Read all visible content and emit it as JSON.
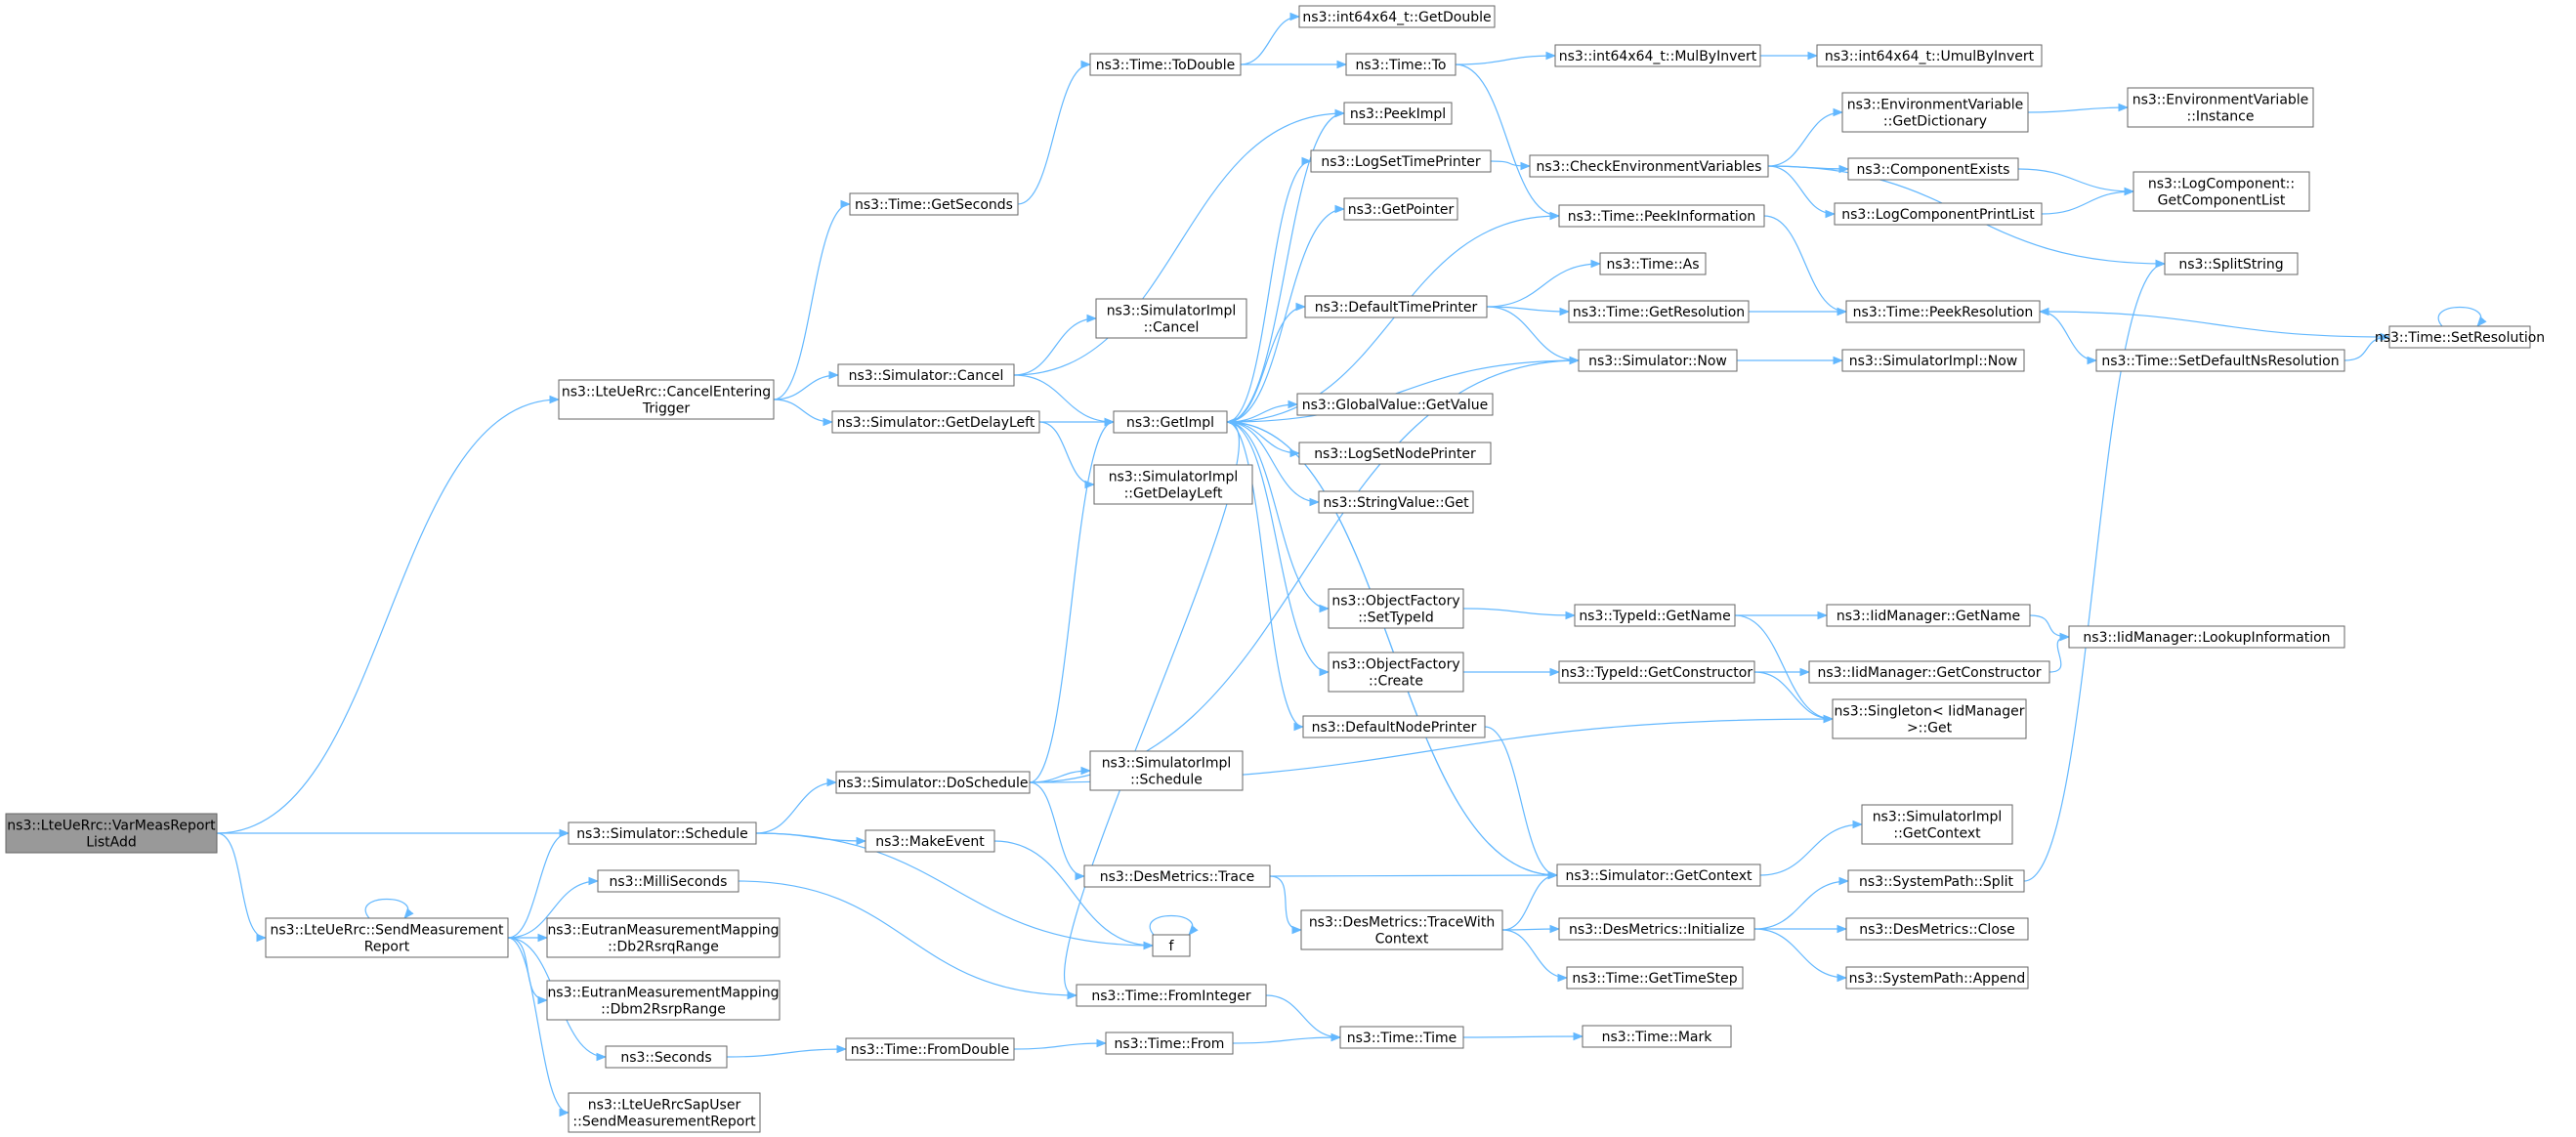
{
  "colors": {
    "edge": "#63b8ff",
    "node_border": "#666666",
    "root_fill": "#999999",
    "node_fill": "#ffffff"
  },
  "nodes": [
    {
      "id": "root",
      "lines": [
        "ns3::LteUeRrc::VarMeasReport",
        "ListAdd"
      ],
      "root": true
    },
    {
      "id": "cancelTrig",
      "lines": [
        "ns3::LteUeRrc::CancelEntering",
        "Trigger"
      ]
    },
    {
      "id": "schedule",
      "lines": [
        "ns3::Simulator::Schedule"
      ]
    },
    {
      "id": "sendMR",
      "lines": [
        "ns3::LteUeRrc::SendMeasurement",
        "Report"
      ]
    },
    {
      "id": "getSeconds",
      "lines": [
        "ns3::Time::GetSeconds"
      ]
    },
    {
      "id": "simCancel",
      "lines": [
        "ns3::Simulator::Cancel"
      ]
    },
    {
      "id": "getDelayLeft",
      "lines": [
        "ns3::Simulator::GetDelayLeft"
      ]
    },
    {
      "id": "doSchedule",
      "lines": [
        "ns3::Simulator::DoSchedule"
      ]
    },
    {
      "id": "milli",
      "lines": [
        "ns3::MilliSeconds"
      ]
    },
    {
      "id": "db2rsrq",
      "lines": [
        "ns3::EutranMeasurementMapping",
        "::Db2RsrqRange"
      ]
    },
    {
      "id": "dbm2rsrp",
      "lines": [
        "ns3::EutranMeasurementMapping",
        "::Dbm2RsrpRange"
      ]
    },
    {
      "id": "seconds",
      "lines": [
        "ns3::Seconds"
      ]
    },
    {
      "id": "sapSend",
      "lines": [
        "ns3::LteUeRrcSapUser",
        "::SendMeasurementReport"
      ]
    },
    {
      "id": "toDouble",
      "lines": [
        "ns3::Time::ToDouble"
      ]
    },
    {
      "id": "implCancel",
      "lines": [
        "ns3::SimulatorImpl",
        "::Cancel"
      ]
    },
    {
      "id": "getImpl",
      "lines": [
        "ns3::GetImpl"
      ]
    },
    {
      "id": "implDelay",
      "lines": [
        "ns3::SimulatorImpl",
        "::GetDelayLeft"
      ]
    },
    {
      "id": "implSchedule",
      "lines": [
        "ns3::SimulatorImpl",
        "::Schedule"
      ]
    },
    {
      "id": "makeEvent",
      "lines": [
        "ns3::MakeEvent"
      ]
    },
    {
      "id": "desTrace",
      "lines": [
        "ns3::DesMetrics::Trace"
      ]
    },
    {
      "id": "f",
      "lines": [
        "f"
      ]
    },
    {
      "id": "fromInteger",
      "lines": [
        "ns3::Time::FromInteger"
      ]
    },
    {
      "id": "fromDouble",
      "lines": [
        "ns3::Time::FromDouble"
      ]
    },
    {
      "id": "int64GetDouble",
      "lines": [
        "ns3::int64x64_t::GetDouble"
      ]
    },
    {
      "id": "timeTo",
      "lines": [
        "ns3::Time::To"
      ]
    },
    {
      "id": "peekImpl",
      "lines": [
        "ns3::PeekImpl"
      ]
    },
    {
      "id": "logSetTime",
      "lines": [
        "ns3::LogSetTimePrinter"
      ]
    },
    {
      "id": "getPointer",
      "lines": [
        "ns3::GetPointer"
      ]
    },
    {
      "id": "defTimePrinter",
      "lines": [
        "ns3::DefaultTimePrinter"
      ]
    },
    {
      "id": "gvGetValue",
      "lines": [
        "ns3::GlobalValue::GetValue"
      ]
    },
    {
      "id": "logSetNode",
      "lines": [
        "ns3::LogSetNodePrinter"
      ]
    },
    {
      "id": "strGet",
      "lines": [
        "ns3::StringValue::Get"
      ]
    },
    {
      "id": "ofSetTypeId",
      "lines": [
        "ns3::ObjectFactory",
        "::SetTypeId"
      ]
    },
    {
      "id": "ofCreate",
      "lines": [
        "ns3::ObjectFactory",
        "::Create"
      ]
    },
    {
      "id": "defNodePrinter",
      "lines": [
        "ns3::DefaultNodePrinter"
      ]
    },
    {
      "id": "traceWith",
      "lines": [
        "ns3::DesMetrics::TraceWith",
        "Context"
      ]
    },
    {
      "id": "timeFrom",
      "lines": [
        "ns3::Time::From"
      ]
    },
    {
      "id": "timeTime",
      "lines": [
        "ns3::Time::Time"
      ]
    },
    {
      "id": "mulByInvert",
      "lines": [
        "ns3::int64x64_t::MulByInvert"
      ]
    },
    {
      "id": "checkEnv",
      "lines": [
        "ns3::CheckEnvironmentVariables"
      ]
    },
    {
      "id": "peekInfo",
      "lines": [
        "ns3::Time::PeekInformation"
      ]
    },
    {
      "id": "timeAs",
      "lines": [
        "ns3::Time::As"
      ]
    },
    {
      "id": "getResolution",
      "lines": [
        "ns3::Time::GetResolution"
      ]
    },
    {
      "id": "simNow",
      "lines": [
        "ns3::Simulator::Now"
      ]
    },
    {
      "id": "typeGetName",
      "lines": [
        "ns3::TypeId::GetName"
      ]
    },
    {
      "id": "typeGetCtor",
      "lines": [
        "ns3::TypeId::GetConstructor"
      ]
    },
    {
      "id": "getContext",
      "lines": [
        "ns3::Simulator::GetContext"
      ]
    },
    {
      "id": "desInit",
      "lines": [
        "ns3::DesMetrics::Initialize"
      ]
    },
    {
      "id": "getTimeStep",
      "lines": [
        "ns3::Time::GetTimeStep"
      ]
    },
    {
      "id": "timeMark",
      "lines": [
        "ns3::Time::Mark"
      ]
    },
    {
      "id": "umulByInvert",
      "lines": [
        "ns3::int64x64_t::UmulByInvert"
      ]
    },
    {
      "id": "envGetDict",
      "lines": [
        "ns3::EnvironmentVariable",
        "::GetDictionary"
      ]
    },
    {
      "id": "compExists",
      "lines": [
        "ns3::ComponentExists"
      ]
    },
    {
      "id": "logCompPrint",
      "lines": [
        "ns3::LogComponentPrintList"
      ]
    },
    {
      "id": "peekRes",
      "lines": [
        "ns3::Time::PeekResolution"
      ]
    },
    {
      "id": "implNow",
      "lines": [
        "ns3::SimulatorImpl::Now"
      ]
    },
    {
      "id": "iidGetName",
      "lines": [
        "ns3::IidManager::GetName"
      ]
    },
    {
      "id": "iidGetCtor",
      "lines": [
        "ns3::IidManager::GetConstructor"
      ]
    },
    {
      "id": "singletonGet",
      "lines": [
        "ns3::Singleton< IidManager",
        ">::Get"
      ]
    },
    {
      "id": "implGetContext",
      "lines": [
        "ns3::SimulatorImpl",
        "::GetContext"
      ]
    },
    {
      "id": "sysSplit",
      "lines": [
        "ns3::SystemPath::Split"
      ]
    },
    {
      "id": "desClose",
      "lines": [
        "ns3::DesMetrics::Close"
      ]
    },
    {
      "id": "sysAppend",
      "lines": [
        "ns3::SystemPath::Append"
      ]
    },
    {
      "id": "envInstance",
      "lines": [
        "ns3::EnvironmentVariable",
        "::Instance"
      ]
    },
    {
      "id": "logCompGetList",
      "lines": [
        "ns3::LogComponent::",
        "GetComponentList"
      ]
    },
    {
      "id": "splitString",
      "lines": [
        "ns3::SplitString"
      ]
    },
    {
      "id": "setDefNs",
      "lines": [
        "ns3::Time::SetDefaultNsResolution"
      ]
    },
    {
      "id": "iidLookup",
      "lines": [
        "ns3::IidManager::LookupInformation"
      ]
    },
    {
      "id": "setResolution",
      "lines": [
        "ns3::Time::SetResolution"
      ]
    }
  ],
  "edges": [
    [
      "root",
      "cancelTrig"
    ],
    [
      "root",
      "schedule"
    ],
    [
      "root",
      "sendMR"
    ],
    [
      "cancelTrig",
      "getSeconds"
    ],
    [
      "cancelTrig",
      "simCancel"
    ],
    [
      "cancelTrig",
      "getDelayLeft"
    ],
    [
      "getSeconds",
      "toDouble"
    ],
    [
      "toDouble",
      "int64GetDouble"
    ],
    [
      "toDouble",
      "timeTo"
    ],
    [
      "timeTo",
      "mulByInvert"
    ],
    [
      "timeTo",
      "peekInfo"
    ],
    [
      "mulByInvert",
      "umulByInvert"
    ],
    [
      "simCancel",
      "implCancel"
    ],
    [
      "simCancel",
      "getImpl"
    ],
    [
      "simCancel",
      "peekImpl"
    ],
    [
      "getDelayLeft",
      "getImpl"
    ],
    [
      "getDelayLeft",
      "implDelay"
    ],
    [
      "schedule",
      "doSchedule"
    ],
    [
      "schedule",
      "makeEvent"
    ],
    [
      "schedule",
      "f"
    ],
    [
      "sendMR",
      "sendMR"
    ],
    [
      "sendMR",
      "schedule"
    ],
    [
      "sendMR",
      "milli"
    ],
    [
      "sendMR",
      "db2rsrq"
    ],
    [
      "sendMR",
      "dbm2rsrp"
    ],
    [
      "sendMR",
      "seconds"
    ],
    [
      "sendMR",
      "sapSend"
    ],
    [
      "milli",
      "fromInteger"
    ],
    [
      "seconds",
      "fromDouble"
    ],
    [
      "fromDouble",
      "timeFrom"
    ],
    [
      "timeFrom",
      "timeTime"
    ],
    [
      "fromInteger",
      "timeTime"
    ],
    [
      "fromInteger",
      "getImpl"
    ],
    [
      "doSchedule",
      "getImpl"
    ],
    [
      "doSchedule",
      "implSchedule"
    ],
    [
      "doSchedule",
      "desTrace"
    ],
    [
      "doSchedule",
      "simNow"
    ],
    [
      "doSchedule",
      "singletonGet"
    ],
    [
      "makeEvent",
      "f"
    ],
    [
      "f",
      "f"
    ],
    [
      "desTrace",
      "getContext"
    ],
    [
      "desTrace",
      "traceWith"
    ],
    [
      "traceWith",
      "getContext"
    ],
    [
      "traceWith",
      "desInit"
    ],
    [
      "traceWith",
      "getTimeStep"
    ],
    [
      "timeTime",
      "timeMark"
    ],
    [
      "getImpl",
      "peekImpl"
    ],
    [
      "getImpl",
      "logSetTime"
    ],
    [
      "getImpl",
      "getPointer"
    ],
    [
      "getImpl",
      "peekInfo"
    ],
    [
      "getImpl",
      "defTimePrinter"
    ],
    [
      "getImpl",
      "gvGetValue"
    ],
    [
      "getImpl",
      "logSetNode"
    ],
    [
      "getImpl",
      "strGet"
    ],
    [
      "getImpl",
      "ofSetTypeId"
    ],
    [
      "getImpl",
      "ofCreate"
    ],
    [
      "getImpl",
      "defNodePrinter"
    ],
    [
      "getImpl",
      "getContext"
    ],
    [
      "logSetTime",
      "checkEnv"
    ],
    [
      "checkEnv",
      "envGetDict"
    ],
    [
      "checkEnv",
      "compExists"
    ],
    [
      "checkEnv",
      "logCompPrint"
    ],
    [
      "checkEnv",
      "splitString"
    ],
    [
      "envGetDict",
      "envInstance"
    ],
    [
      "compExists",
      "logCompGetList"
    ],
    [
      "logCompPrint",
      "logCompGetList"
    ],
    [
      "peekInfo",
      "peekRes"
    ],
    [
      "defTimePrinter",
      "timeAs"
    ],
    [
      "defTimePrinter",
      "getResolution"
    ],
    [
      "defTimePrinter",
      "simNow"
    ],
    [
      "getResolution",
      "peekRes"
    ],
    [
      "simNow",
      "getImpl"
    ],
    [
      "simNow",
      "implNow"
    ],
    [
      "peekRes",
      "setDefNs"
    ],
    [
      "setDefNs",
      "setResolution"
    ],
    [
      "setResolution",
      "peekRes"
    ],
    [
      "setResolution",
      "setResolution"
    ],
    [
      "ofSetTypeId",
      "typeGetName"
    ],
    [
      "typeGetName",
      "iidGetName"
    ],
    [
      "typeGetName",
      "singletonGet"
    ],
    [
      "iidGetName",
      "iidLookup"
    ],
    [
      "ofCreate",
      "typeGetCtor"
    ],
    [
      "typeGetCtor",
      "iidGetCtor"
    ],
    [
      "typeGetCtor",
      "singletonGet"
    ],
    [
      "iidGetCtor",
      "iidLookup"
    ],
    [
      "defNodePrinter",
      "getContext"
    ],
    [
      "getContext",
      "getImpl"
    ],
    [
      "getContext",
      "implGetContext"
    ],
    [
      "desInit",
      "sysSplit"
    ],
    [
      "desInit",
      "desClose"
    ],
    [
      "desInit",
      "sysAppend"
    ],
    [
      "sysSplit",
      "splitString"
    ]
  ]
}
